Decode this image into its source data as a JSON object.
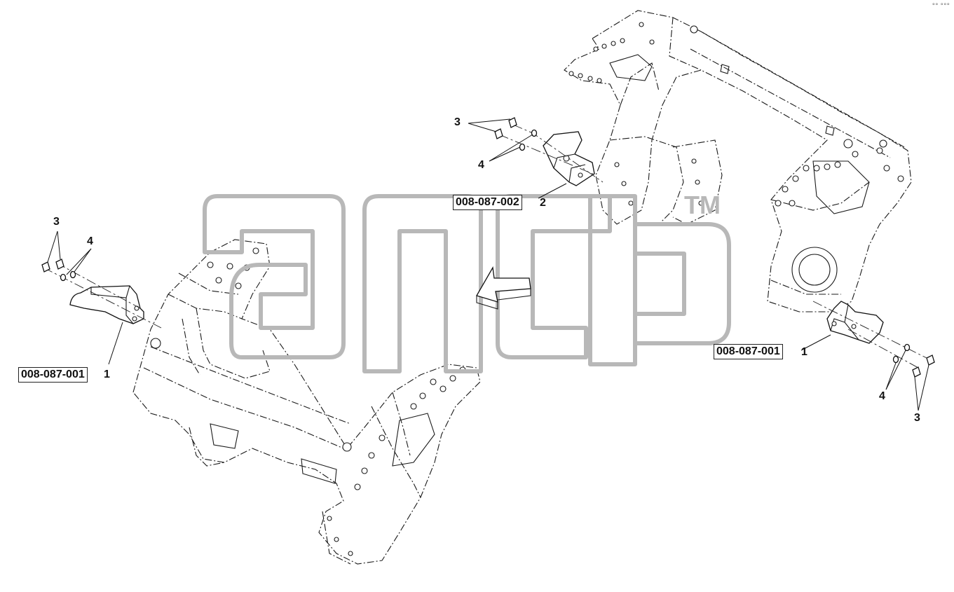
{
  "corner_mark": "°° °°°",
  "watermark": {
    "letters": "апсб",
    "trademark": "TM",
    "color": "#b8b8b8"
  },
  "colors": {
    "line": "#1a1a1a",
    "box_border": "#222222"
  },
  "callouts": {
    "upper_right_assembly": {
      "part_ref": "008-087-002",
      "item": "2",
      "screw": "3",
      "washer": "4"
    },
    "left_assembly": {
      "part_ref": "008-087-001",
      "item": "1",
      "screw": "3",
      "washer": "4"
    },
    "right_assembly": {
      "part_ref": "008-087-001",
      "item": "1",
      "screw": "3",
      "washer": "4"
    }
  },
  "icons": {
    "view_direction": "view-direction-arrow-icon"
  }
}
